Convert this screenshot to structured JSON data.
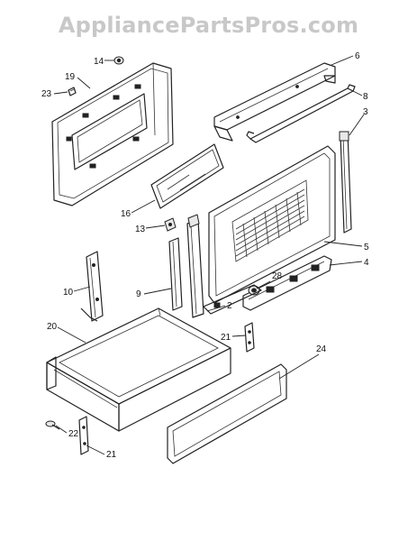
{
  "watermark": "AppliancePartsPros.com",
  "callouts": {
    "c14": "14",
    "c19": "19",
    "c23": "23",
    "c6": "6",
    "c8": "8",
    "c3": "3",
    "c16": "16",
    "c13": "13",
    "c5": "5",
    "c4": "4",
    "c28": "28",
    "c10": "10",
    "c9": "9",
    "c2": "2",
    "c20": "20",
    "c21a": "21",
    "c24": "24",
    "c22": "22",
    "c21b": "21"
  }
}
